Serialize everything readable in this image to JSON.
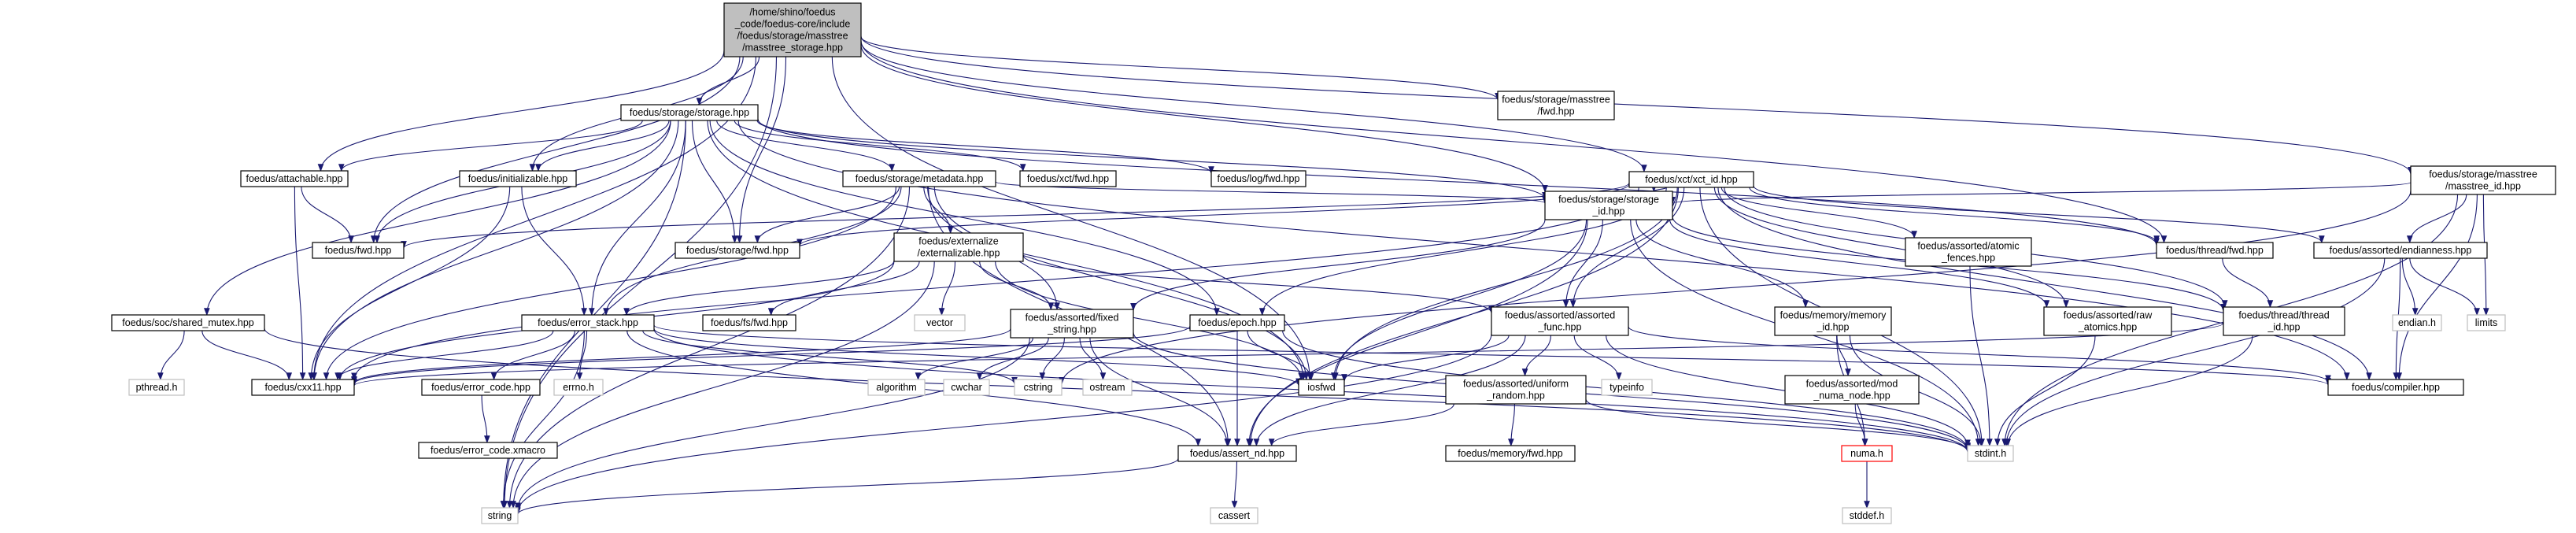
{
  "nodes": [
    {
      "id": "root",
      "lines": [
        "/home/shino/foedus",
        "_code/foedus-core/include",
        "/foedus/storage/masstree",
        "/masstree_storage.hpp"
      ]
    },
    {
      "id": "storage_hpp",
      "lines": [
        "foedus/storage/storage.hpp"
      ]
    },
    {
      "id": "masstree_fwd",
      "lines": [
        "foedus/storage/masstree",
        "/fwd.hpp"
      ]
    },
    {
      "id": "xct_id",
      "lines": [
        "foedus/xct/xct_id.hpp"
      ]
    },
    {
      "id": "masstree_id",
      "lines": [
        "foedus/storage/masstree",
        "/masstree_id.hpp"
      ]
    },
    {
      "id": "attachable",
      "lines": [
        "foedus/attachable.hpp"
      ]
    },
    {
      "id": "initializable",
      "lines": [
        "foedus/initializable.hpp"
      ]
    },
    {
      "id": "metadata",
      "lines": [
        "foedus/storage/metadata.hpp"
      ]
    },
    {
      "id": "xct_fwd",
      "lines": [
        "foedus/xct/fwd.hpp"
      ]
    },
    {
      "id": "log_fwd",
      "lines": [
        "foedus/log/fwd.hpp"
      ]
    },
    {
      "id": "foedus_fwd",
      "lines": [
        "foedus/fwd.hpp"
      ]
    },
    {
      "id": "storage_fwd",
      "lines": [
        "foedus/storage/fwd.hpp"
      ]
    },
    {
      "id": "storage_id",
      "lines": [
        "foedus/storage/storage",
        "_id.hpp"
      ]
    },
    {
      "id": "atomic_fences",
      "lines": [
        "foedus/assorted/atomic",
        "_fences.hpp"
      ]
    },
    {
      "id": "thread_fwd",
      "lines": [
        "foedus/thread/fwd.hpp"
      ]
    },
    {
      "id": "endianness",
      "lines": [
        "foedus/assorted/endianness.hpp"
      ]
    },
    {
      "id": "externalizable",
      "lines": [
        "foedus/externalize",
        "/externalizable.hpp"
      ]
    },
    {
      "id": "shared_mutex",
      "lines": [
        "foedus/soc/shared_mutex.hpp"
      ]
    },
    {
      "id": "error_stack",
      "lines": [
        "foedus/error_stack.hpp"
      ]
    },
    {
      "id": "fs_fwd",
      "lines": [
        "foedus/fs/fwd.hpp"
      ]
    },
    {
      "id": "vector",
      "lines": [
        "vector"
      ]
    },
    {
      "id": "fixed_string",
      "lines": [
        "foedus/assorted/fixed",
        "_string.hpp"
      ]
    },
    {
      "id": "epoch",
      "lines": [
        "foedus/epoch.hpp"
      ]
    },
    {
      "id": "assorted_func",
      "lines": [
        "foedus/assorted/assorted",
        "_func.hpp"
      ]
    },
    {
      "id": "memory_id",
      "lines": [
        "foedus/memory/memory",
        "_id.hpp"
      ]
    },
    {
      "id": "raw_atomics",
      "lines": [
        "foedus/assorted/raw",
        "_atomics.hpp"
      ]
    },
    {
      "id": "thread_id",
      "lines": [
        "foedus/thread/thread",
        "_id.hpp"
      ]
    },
    {
      "id": "endian_h",
      "lines": [
        "endian.h"
      ]
    },
    {
      "id": "limits",
      "lines": [
        "limits"
      ]
    },
    {
      "id": "pthread_h",
      "lines": [
        "pthread.h"
      ]
    },
    {
      "id": "cxx11",
      "lines": [
        "foedus/cxx11.hpp"
      ]
    },
    {
      "id": "error_code",
      "lines": [
        "foedus/error_code.hpp"
      ]
    },
    {
      "id": "errno_h",
      "lines": [
        "errno.h"
      ]
    },
    {
      "id": "algorithm",
      "lines": [
        "algorithm"
      ]
    },
    {
      "id": "cwchar",
      "lines": [
        "cwchar"
      ]
    },
    {
      "id": "cstring",
      "lines": [
        "cstring"
      ]
    },
    {
      "id": "ostream",
      "lines": [
        "ostream"
      ]
    },
    {
      "id": "iosfwd",
      "lines": [
        "iosfwd"
      ]
    },
    {
      "id": "uniform_random",
      "lines": [
        "foedus/assorted/uniform",
        "_random.hpp"
      ]
    },
    {
      "id": "typeinfo",
      "lines": [
        "typeinfo"
      ]
    },
    {
      "id": "mod_numa_node",
      "lines": [
        "foedus/assorted/mod",
        "_numa_node.hpp"
      ]
    },
    {
      "id": "compiler",
      "lines": [
        "foedus/compiler.hpp"
      ]
    },
    {
      "id": "error_code_xmacro",
      "lines": [
        "foedus/error_code.xmacro"
      ]
    },
    {
      "id": "assert_nd",
      "lines": [
        "foedus/assert_nd.hpp"
      ]
    },
    {
      "id": "memory_fwd",
      "lines": [
        "foedus/memory/fwd.hpp"
      ]
    },
    {
      "id": "numa_h",
      "lines": [
        "numa.h"
      ]
    },
    {
      "id": "stdint_h",
      "lines": [
        "stdint.h"
      ]
    },
    {
      "id": "string",
      "lines": [
        "string"
      ]
    },
    {
      "id": "cassert",
      "lines": [
        "cassert"
      ]
    },
    {
      "id": "stddef_h",
      "lines": [
        "stddef.h"
      ]
    }
  ],
  "edges": [
    [
      "root",
      "storage_hpp"
    ],
    [
      "root",
      "masstree_fwd"
    ],
    [
      "root",
      "xct_id"
    ],
    [
      "root",
      "masstree_id"
    ],
    [
      "root",
      "attachable"
    ],
    [
      "root",
      "initializable"
    ],
    [
      "root",
      "foedus_fwd"
    ],
    [
      "root",
      "storage_fwd"
    ],
    [
      "root",
      "storage_id"
    ],
    [
      "root",
      "thread_fwd"
    ],
    [
      "root",
      "cxx11"
    ],
    [
      "root",
      "string"
    ],
    [
      "root",
      "iosfwd"
    ],
    [
      "storage_hpp",
      "attachable"
    ],
    [
      "storage_hpp",
      "initializable"
    ],
    [
      "storage_hpp",
      "metadata"
    ],
    [
      "storage_hpp",
      "xct_fwd"
    ],
    [
      "storage_hpp",
      "log_fwd"
    ],
    [
      "storage_hpp",
      "foedus_fwd"
    ],
    [
      "storage_hpp",
      "storage_fwd"
    ],
    [
      "storage_hpp",
      "storage_id"
    ],
    [
      "storage_hpp",
      "thread_fwd"
    ],
    [
      "storage_hpp",
      "compiler"
    ],
    [
      "storage_hpp",
      "cxx11"
    ],
    [
      "storage_hpp",
      "shared_mutex"
    ],
    [
      "storage_hpp",
      "error_stack"
    ],
    [
      "storage_hpp",
      "epoch"
    ],
    [
      "storage_hpp",
      "iosfwd"
    ],
    [
      "storage_hpp",
      "string"
    ],
    [
      "attachable",
      "foedus_fwd"
    ],
    [
      "attachable",
      "cxx11"
    ],
    [
      "initializable",
      "error_stack"
    ],
    [
      "initializable",
      "cxx11"
    ],
    [
      "metadata",
      "externalizable"
    ],
    [
      "metadata",
      "storage_fwd"
    ],
    [
      "metadata",
      "storage_id"
    ],
    [
      "metadata",
      "cxx11"
    ],
    [
      "metadata",
      "error_stack"
    ],
    [
      "metadata",
      "fixed_string"
    ],
    [
      "metadata",
      "assert_nd"
    ],
    [
      "metadata",
      "iosfwd"
    ],
    [
      "metadata",
      "string"
    ],
    [
      "xct_id",
      "foedus_fwd"
    ],
    [
      "xct_id",
      "storage_fwd"
    ],
    [
      "xct_id",
      "storage_id"
    ],
    [
      "xct_id",
      "atomic_fences"
    ],
    [
      "xct_id",
      "thread_fwd"
    ],
    [
      "xct_id",
      "endianness"
    ],
    [
      "xct_id",
      "raw_atomics"
    ],
    [
      "xct_id",
      "assorted_func"
    ],
    [
      "xct_id",
      "thread_id"
    ],
    [
      "xct_id",
      "epoch"
    ],
    [
      "xct_id",
      "cxx11"
    ],
    [
      "xct_id",
      "iosfwd"
    ],
    [
      "xct_id",
      "compiler"
    ],
    [
      "xct_id",
      "assert_nd"
    ],
    [
      "xct_id",
      "stdint_h"
    ],
    [
      "masstree_id",
      "storage_id"
    ],
    [
      "masstree_id",
      "endianness"
    ],
    [
      "masstree_id",
      "limits"
    ],
    [
      "masstree_id",
      "compiler"
    ],
    [
      "masstree_id",
      "cstring"
    ],
    [
      "masstree_id",
      "stdint_h"
    ],
    [
      "storage_id",
      "fixed_string"
    ],
    [
      "storage_id",
      "assorted_func"
    ],
    [
      "storage_id",
      "memory_id"
    ],
    [
      "storage_id",
      "raw_atomics"
    ],
    [
      "storage_id",
      "thread_id"
    ],
    [
      "storage_id",
      "iosfwd"
    ],
    [
      "storage_id",
      "assert_nd"
    ],
    [
      "storage_id",
      "stdint_h"
    ],
    [
      "atomic_fences",
      "stdint_h"
    ],
    [
      "thread_fwd",
      "thread_id"
    ],
    [
      "endianness",
      "endian_h"
    ],
    [
      "endianness",
      "limits"
    ],
    [
      "endianness",
      "compiler"
    ],
    [
      "endianness",
      "stdint_h"
    ],
    [
      "externalizable",
      "error_stack"
    ],
    [
      "externalizable",
      "fs_fwd"
    ],
    [
      "externalizable",
      "vector"
    ],
    [
      "externalizable",
      "fixed_string"
    ],
    [
      "externalizable",
      "assorted_func"
    ],
    [
      "externalizable",
      "cxx11"
    ],
    [
      "externalizable",
      "iosfwd"
    ],
    [
      "externalizable",
      "string"
    ],
    [
      "shared_mutex",
      "pthread_h"
    ],
    [
      "shared_mutex",
      "cxx11"
    ],
    [
      "shared_mutex",
      "stdint_h"
    ],
    [
      "error_stack",
      "cxx11"
    ],
    [
      "error_stack",
      "error_code"
    ],
    [
      "error_stack",
      "errno_h"
    ],
    [
      "error_stack",
      "string"
    ],
    [
      "error_stack",
      "assert_nd"
    ],
    [
      "error_stack",
      "iosfwd"
    ],
    [
      "error_stack",
      "cstring"
    ],
    [
      "error_stack",
      "compiler"
    ],
    [
      "error_stack",
      "stdint_h"
    ],
    [
      "fixed_string",
      "algorithm"
    ],
    [
      "fixed_string",
      "cwchar"
    ],
    [
      "fixed_string",
      "cstring"
    ],
    [
      "fixed_string",
      "ostream"
    ],
    [
      "fixed_string",
      "string"
    ],
    [
      "fixed_string",
      "assert_nd"
    ],
    [
      "fixed_string",
      "cxx11"
    ],
    [
      "fixed_string",
      "stdint_h"
    ],
    [
      "epoch",
      "cxx11"
    ],
    [
      "epoch",
      "iosfwd"
    ],
    [
      "epoch",
      "assert_nd"
    ],
    [
      "epoch",
      "stdint_h"
    ],
    [
      "assorted_func",
      "uniform_random"
    ],
    [
      "assorted_func",
      "typeinfo"
    ],
    [
      "assorted_func",
      "iosfwd"
    ],
    [
      "assorted_func",
      "string"
    ],
    [
      "assorted_func",
      "compiler"
    ],
    [
      "assorted_func",
      "assert_nd"
    ],
    [
      "assorted_func",
      "stdint_h"
    ],
    [
      "memory_id",
      "mod_numa_node"
    ],
    [
      "memory_id",
      "numa_h"
    ],
    [
      "memory_id",
      "stdint_h"
    ],
    [
      "raw_atomics",
      "stdint_h"
    ],
    [
      "thread_id",
      "cxx11"
    ],
    [
      "thread_id",
      "stdint_h"
    ],
    [
      "error_code",
      "error_code_xmacro"
    ],
    [
      "uniform_random",
      "memory_fwd"
    ],
    [
      "uniform_random",
      "assert_nd"
    ],
    [
      "uniform_random",
      "stdint_h"
    ],
    [
      "mod_numa_node",
      "numa_h"
    ],
    [
      "assert_nd",
      "cassert"
    ],
    [
      "assert_nd",
      "string"
    ],
    [
      "numa_h",
      "stddef_h"
    ]
  ]
}
